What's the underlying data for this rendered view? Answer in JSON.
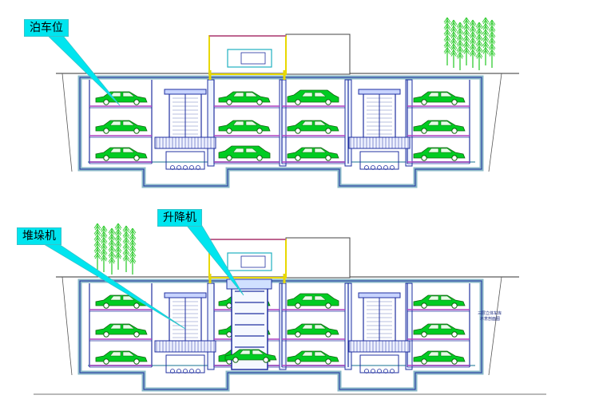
{
  "labels": {
    "parking_space": "泊车位",
    "stacker_crane": "堆垛机",
    "elevator": "升降机"
  },
  "side_note": {
    "line1": "三层立体车库",
    "line2": "示意剖面图"
  },
  "colors": {
    "callout_fill": "#00e5ef",
    "car": "#00cc22",
    "structure": "#2030a0",
    "wall": "#8ab8c8",
    "tree": "#33cc33",
    "frame_yellow": "#e8d800",
    "frame_purple": "#b040c0"
  }
}
